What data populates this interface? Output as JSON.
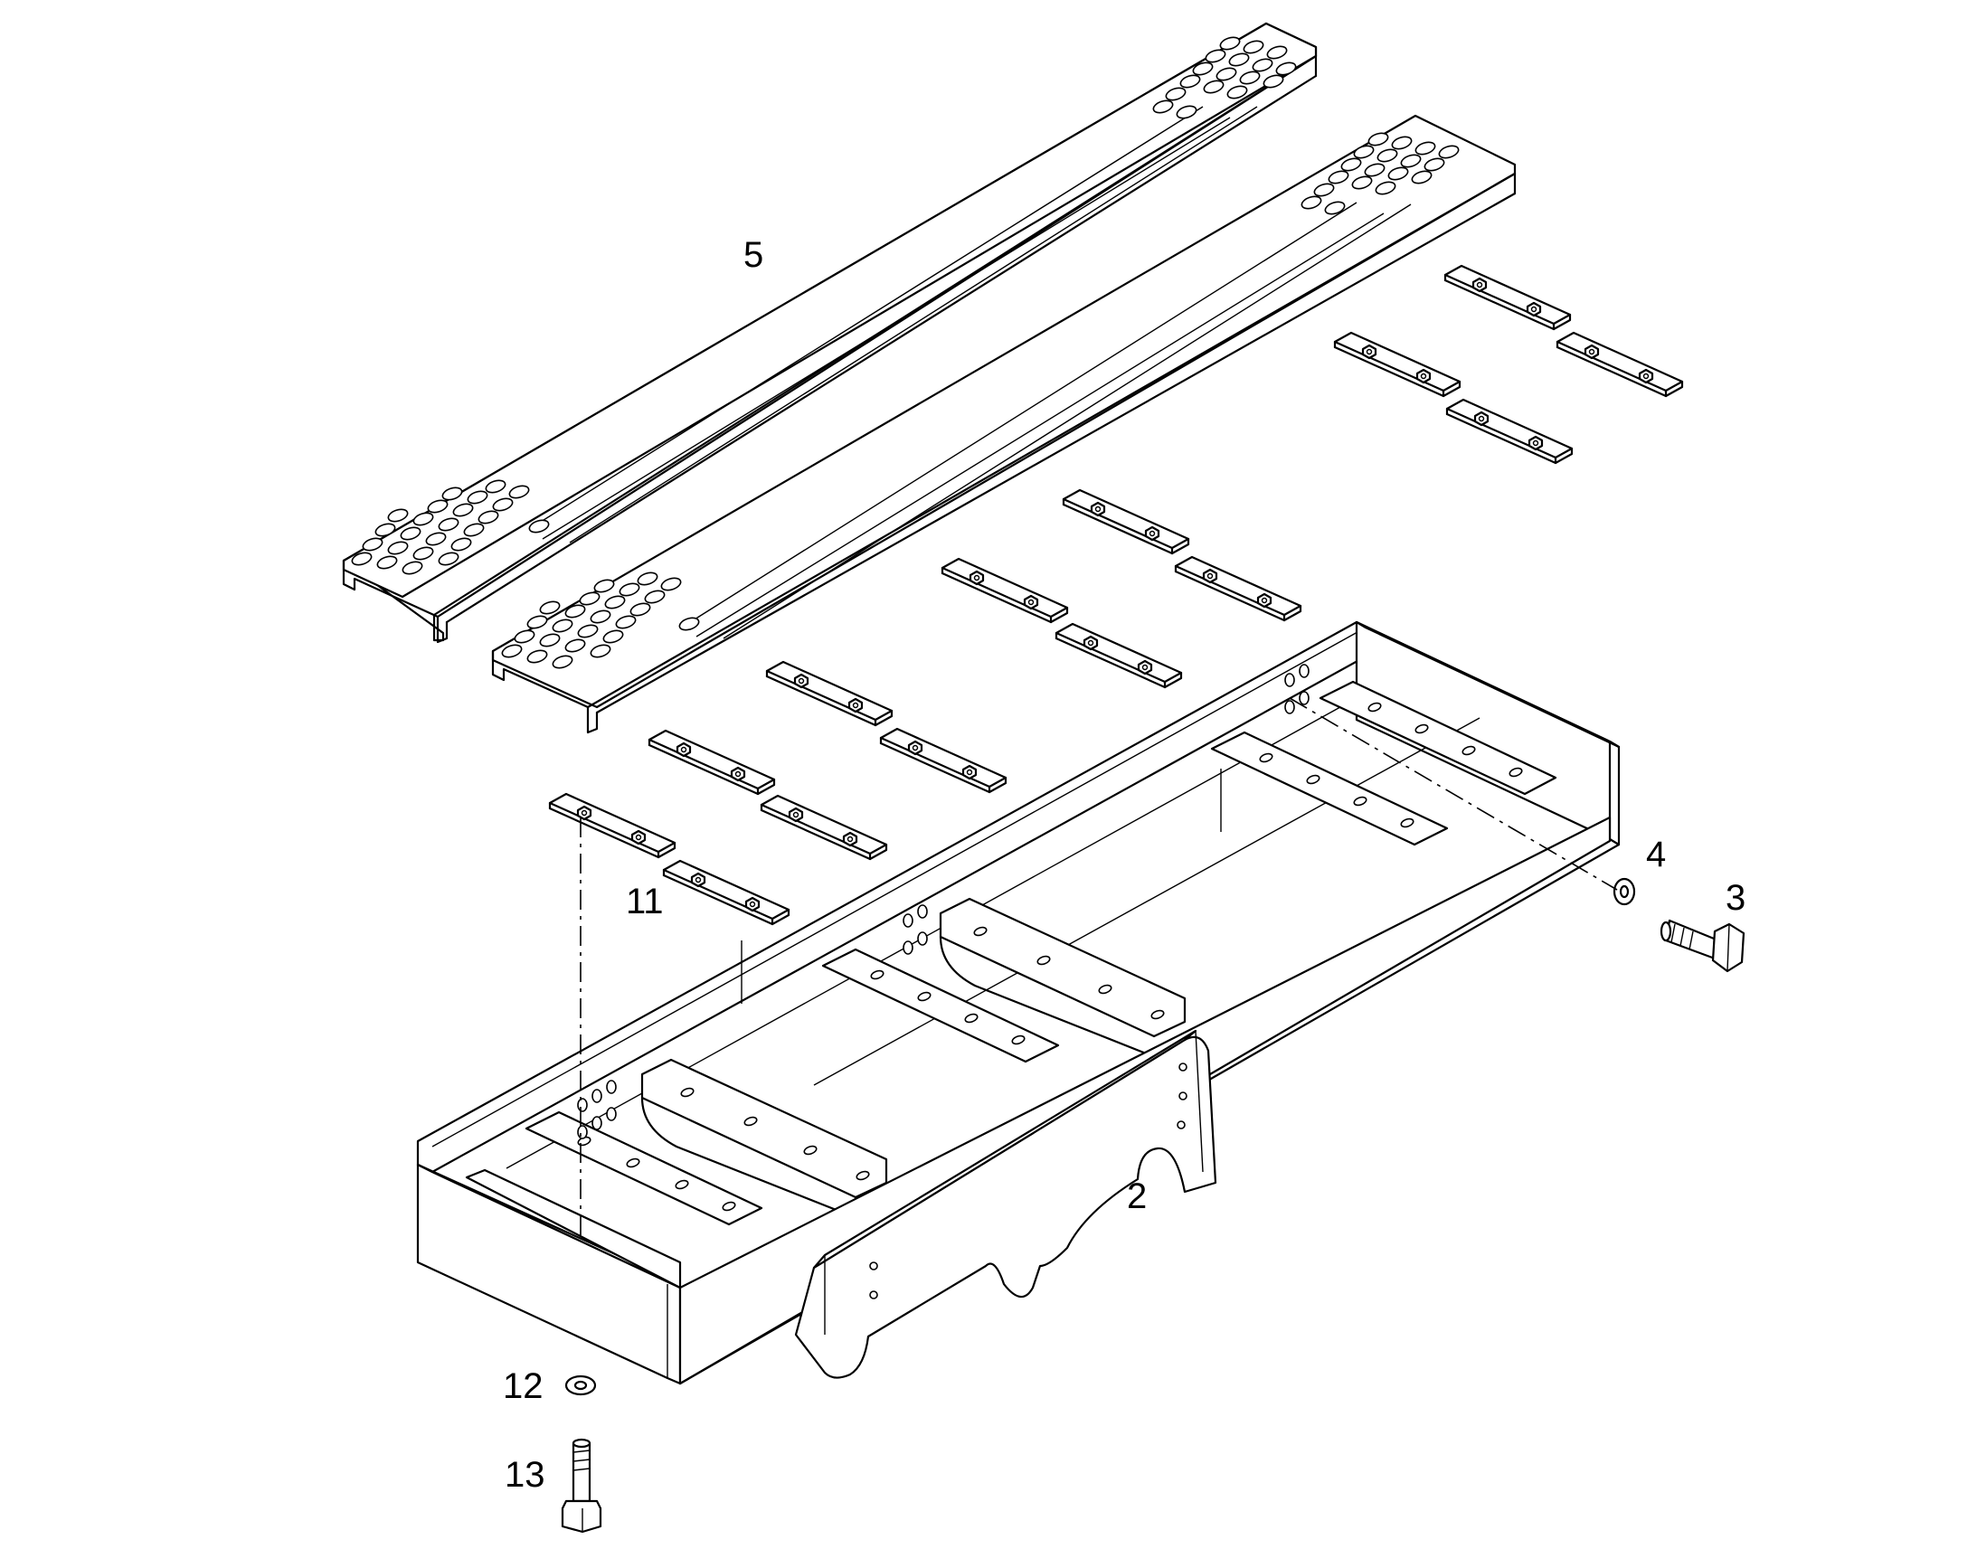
{
  "callouts": {
    "c5": "5",
    "c4": "4",
    "c3": "3",
    "c11": "11",
    "c2": "2",
    "c12": "12",
    "c13": "13"
  }
}
